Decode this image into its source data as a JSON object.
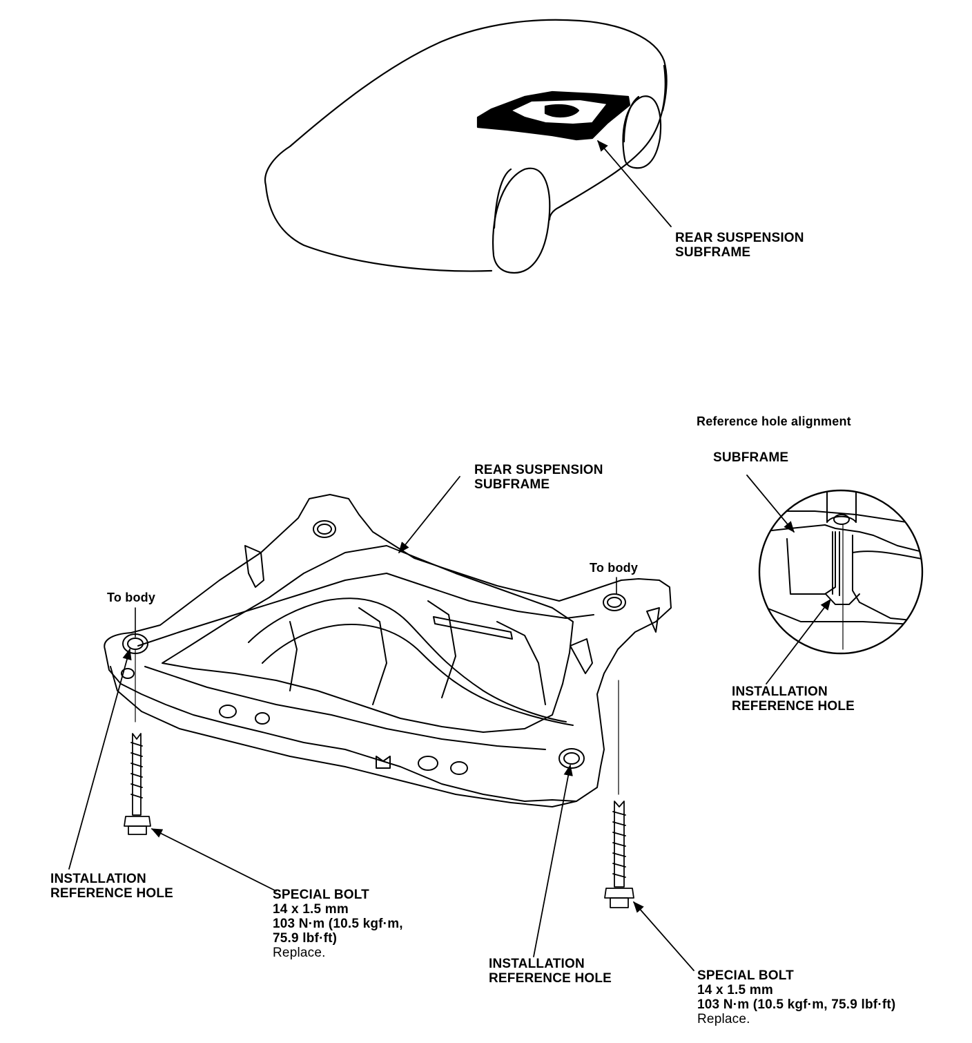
{
  "top_view": {
    "subframe_label": [
      "REAR SUSPENSION",
      "SUBFRAME"
    ]
  },
  "main_view": {
    "subframe_label": [
      "REAR SUSPENSION",
      "SUBFRAME"
    ],
    "to_body_left": "To body",
    "to_body_right": "To body",
    "install_hole_left": [
      "INSTALLATION",
      "REFERENCE HOLE"
    ],
    "install_hole_center": [
      "INSTALLATION",
      "REFERENCE HOLE"
    ],
    "bolt_left": {
      "title": "SPECIAL BOLT",
      "size": "14 x 1.5 mm",
      "torque_1": "103 N·m (10.5 kgf·m,",
      "torque_2": "75.9 lbf·ft)",
      "note": "Replace."
    },
    "bolt_right": {
      "title": "SPECIAL BOLT",
      "size": "14 x 1.5 mm",
      "torque": "103 N·m (10.5 kgf·m, 75.9 lbf·ft)",
      "note": "Replace."
    }
  },
  "detail_view": {
    "title": "Reference hole alignment",
    "subframe_label": "SUBFRAME",
    "install_hole": [
      "INSTALLATION",
      "REFERENCE HOLE"
    ]
  }
}
